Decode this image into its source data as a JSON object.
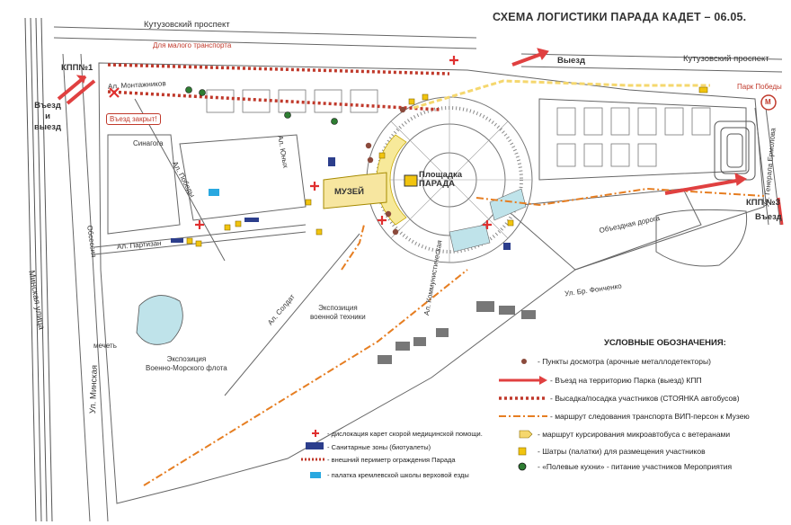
{
  "title": "СХЕМА ЛОГИСТИКИ ПАРАДА КАДЕТ – 06.05.",
  "colors": {
    "exit_arrow": "#e04040",
    "bus_dash": "#c0392b",
    "vip_dash": "#e67e22",
    "minibus": "#f5d76e",
    "tent": "#f1c40f",
    "kitchen": "#2e7d32",
    "checkpoint": "#8b4a3c",
    "toilet": "#2c3e8c",
    "riding_tent": "#29a8e0",
    "medical": "#e03030"
  },
  "labels": {
    "kutuzovsky_top": "Кутузовский проспект",
    "kutuzovsky_right": "Кутузовский проспект",
    "for_small_transport": "Для малого транспорта",
    "kpp1": "КПП№1",
    "entry_exit": "Въезд\nи\nвыезд",
    "minskaya_street": "Минская улица",
    "ul_minskaya": "Ул. Минская",
    "obsessiya": "Обсессия",
    "al_pobedy": "Ал. Победы",
    "al_partizan": "Ал. Партизан",
    "al_yunykh": "Ал. Юных",
    "al_soldat": "Ал. Солдат",
    "al_kommunisticheskaya": "Ал. Коммунистическая",
    "entry_closed": "Въезд закрыт!",
    "museum": "МУЗЕЙ",
    "parade_square": "Площадка\nПАРАДА",
    "exposition_tech": "Экспозиция\nвоенной техники",
    "exposition_navy": "Экспозиция\nВоенно-Морского флота",
    "mechet": "мечеть",
    "sinagoga": "Синагога",
    "exit": "Выезд",
    "park_pobedy": "Парк Победы",
    "metro_m": "M",
    "ul_ermolova": "Ул. Генерала Ермолова",
    "kpp3": "КПП №3",
    "entry_right": "Въезд",
    "obezdnaya": "Объездная дорога",
    "ul_fontchenko": "Ул. Бр. Фонченко",
    "al_montazhnaya": "Ал. Монтажников"
  },
  "legend": {
    "title": "УСЛОВНЫЕ ОБОЗНАЧЕНИЯ:",
    "items": [
      "- Пункты досмотра (арочные металлодетекторы)",
      "- Въезд на территорию Парка (выезд) КПП",
      "- Высадка/посадка  участников (СТОЯНКА автобусов)",
      "- маршрут следования транспорта ВИП-персон к Музею",
      "- маршрут курсирования микроавтобуса с ветеранами",
      "- Шатры (палатки) для размещения участников",
      "- «Полевые кухни» - питание участников Мероприятия"
    ],
    "left_items": [
      "- дислокация карет скорой медицинской помощи.",
      "- Санитарные зоны (биотуалеты)",
      "- внешний периметр ограждения Парада",
      "- палатка кремлевской школы верховой езды"
    ]
  }
}
